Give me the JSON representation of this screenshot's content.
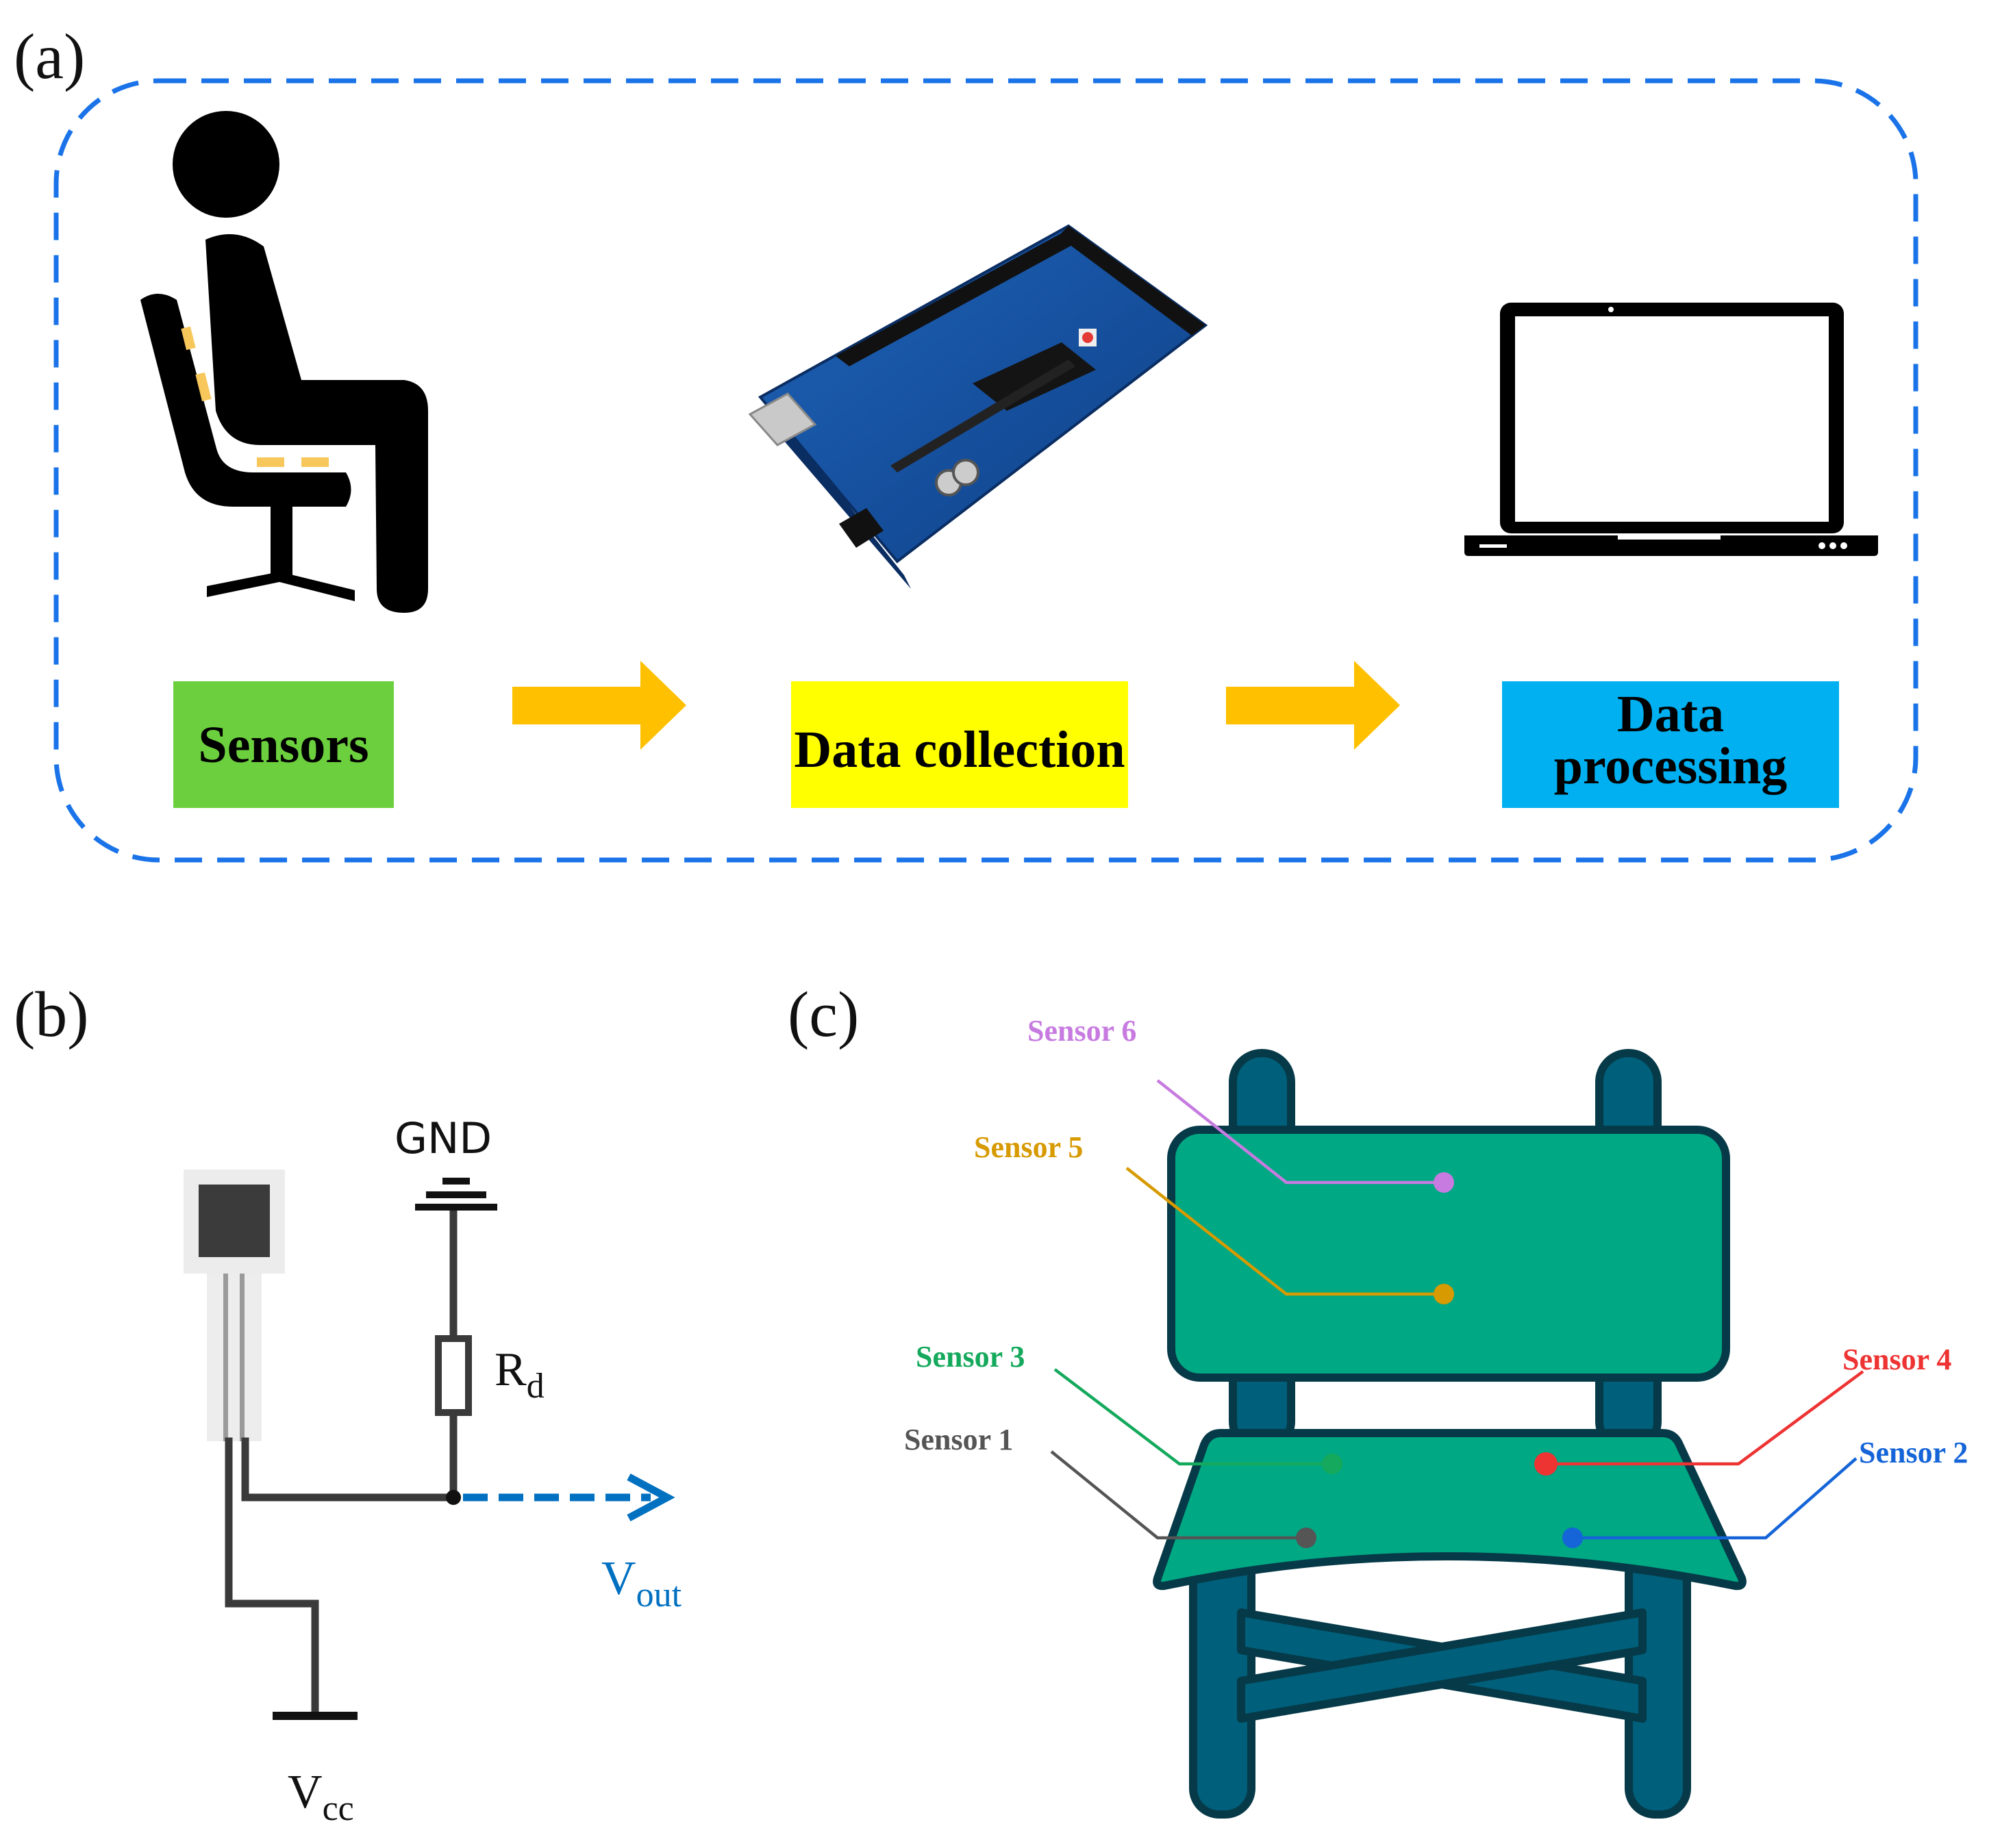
{
  "panels": {
    "a": "(a)",
    "b": "(b)",
    "c": "(c)"
  },
  "pipeline": {
    "steps": [
      {
        "label": "Sensors",
        "color": "#6ccf3d"
      },
      {
        "label": "Data collection",
        "color": "#ffff00"
      },
      {
        "label": "Data processing",
        "color": "#00b0f0"
      }
    ],
    "arrow_color": "#ffc000",
    "border_color": "#1a73e8"
  },
  "circuit": {
    "gnd": "GND",
    "resistor": {
      "main": "R",
      "sub": "d"
    },
    "vout": {
      "main": "V",
      "sub": "out",
      "color": "#0070c0"
    },
    "vcc": {
      "main": "V",
      "sub": "cc"
    }
  },
  "chair": {
    "sensors": [
      {
        "label": "Sensor 6",
        "color": "#c77be0"
      },
      {
        "label": "Sensor 5",
        "color": "#d79a00"
      },
      {
        "label": "Sensor 3",
        "color": "#14a95c"
      },
      {
        "label": "Sensor 4",
        "color": "#ee3333"
      },
      {
        "label": "Sensor 1",
        "color": "#555555"
      },
      {
        "label": "Sensor 2",
        "color": "#1565d8"
      }
    ],
    "seat_color": "#00a884",
    "frame_color": "#005f7a",
    "outline_color": "#063a48"
  }
}
